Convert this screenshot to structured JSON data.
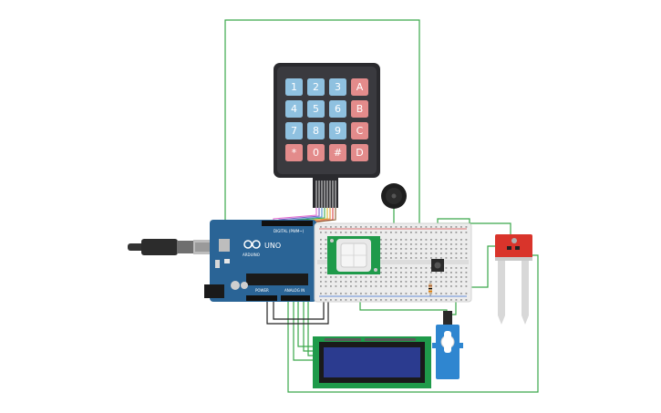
{
  "keypad": {
    "rows": [
      [
        "1",
        "2",
        "3",
        "A"
      ],
      [
        "4",
        "5",
        "6",
        "B"
      ],
      [
        "7",
        "8",
        "9",
        "C"
      ],
      [
        "*",
        "0",
        "#",
        "D"
      ]
    ]
  },
  "arduino": {
    "brand_label": "ARDUINO",
    "model_label": "UNO",
    "digital_label": "DIGITAL (PWM~)",
    "power_label": "POWER",
    "analog_label": "ANALOG IN"
  },
  "colors": {
    "wire": "#3aa84a",
    "wire_dark": "#222222",
    "keypad_numeric": "#8fc1e0",
    "keypad_letter": "#e38b8b",
    "arduino_blue": "#2a6496",
    "pir_green": "#1f9a4a",
    "lcd_screen": "#2b3b8f",
    "servo_blue": "#2f86d0",
    "sensor_red": "#d9342b"
  }
}
